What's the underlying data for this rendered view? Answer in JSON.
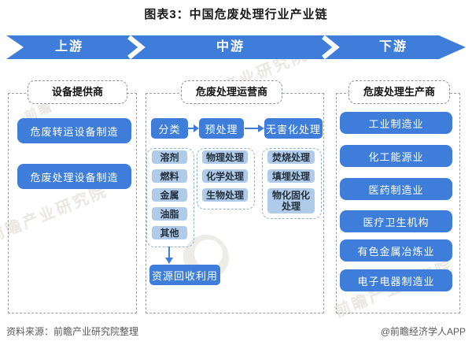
{
  "title": "图表3：中国危废处理行业产业链",
  "banner": {
    "segments": [
      "上游",
      "中游",
      "下游"
    ]
  },
  "upstream": {
    "header": "设备提供商",
    "boxes": [
      "危废转运设备制造",
      "危废处理设备制造"
    ]
  },
  "midstream": {
    "header": "危废处理运营商",
    "flow": [
      {
        "label": "分类",
        "items": [
          "溶剂",
          "燃料",
          "金属",
          "油脂",
          "其他"
        ]
      },
      {
        "label": "预处理",
        "items": [
          "物理处理",
          "化学处理",
          "生物处理"
        ]
      },
      {
        "label": "无害化处理",
        "items": [
          "焚烧处理",
          "填埋处理",
          "物化固化处理"
        ]
      }
    ],
    "recycle": "资源回收利用"
  },
  "downstream": {
    "header": "危废处理生产商",
    "boxes": [
      "工业制造业",
      "化工能源业",
      "医药制造业",
      "医疗卫生机构",
      "有色金属冶炼业",
      "电子电器制造业"
    ]
  },
  "footer": {
    "source": "资料来源：前瞻产业研究院整理",
    "credit": "@前瞻经济学人APP"
  },
  "watermark": {
    "text": "前瞻产业研究院",
    "short": "前瞻"
  },
  "colors": {
    "primary_blue": "#3E7EDA",
    "light_blue": "#AFCBE9",
    "dashed_gray": "#9aa0a6",
    "dashed_blue": "#8FB2DC"
  }
}
